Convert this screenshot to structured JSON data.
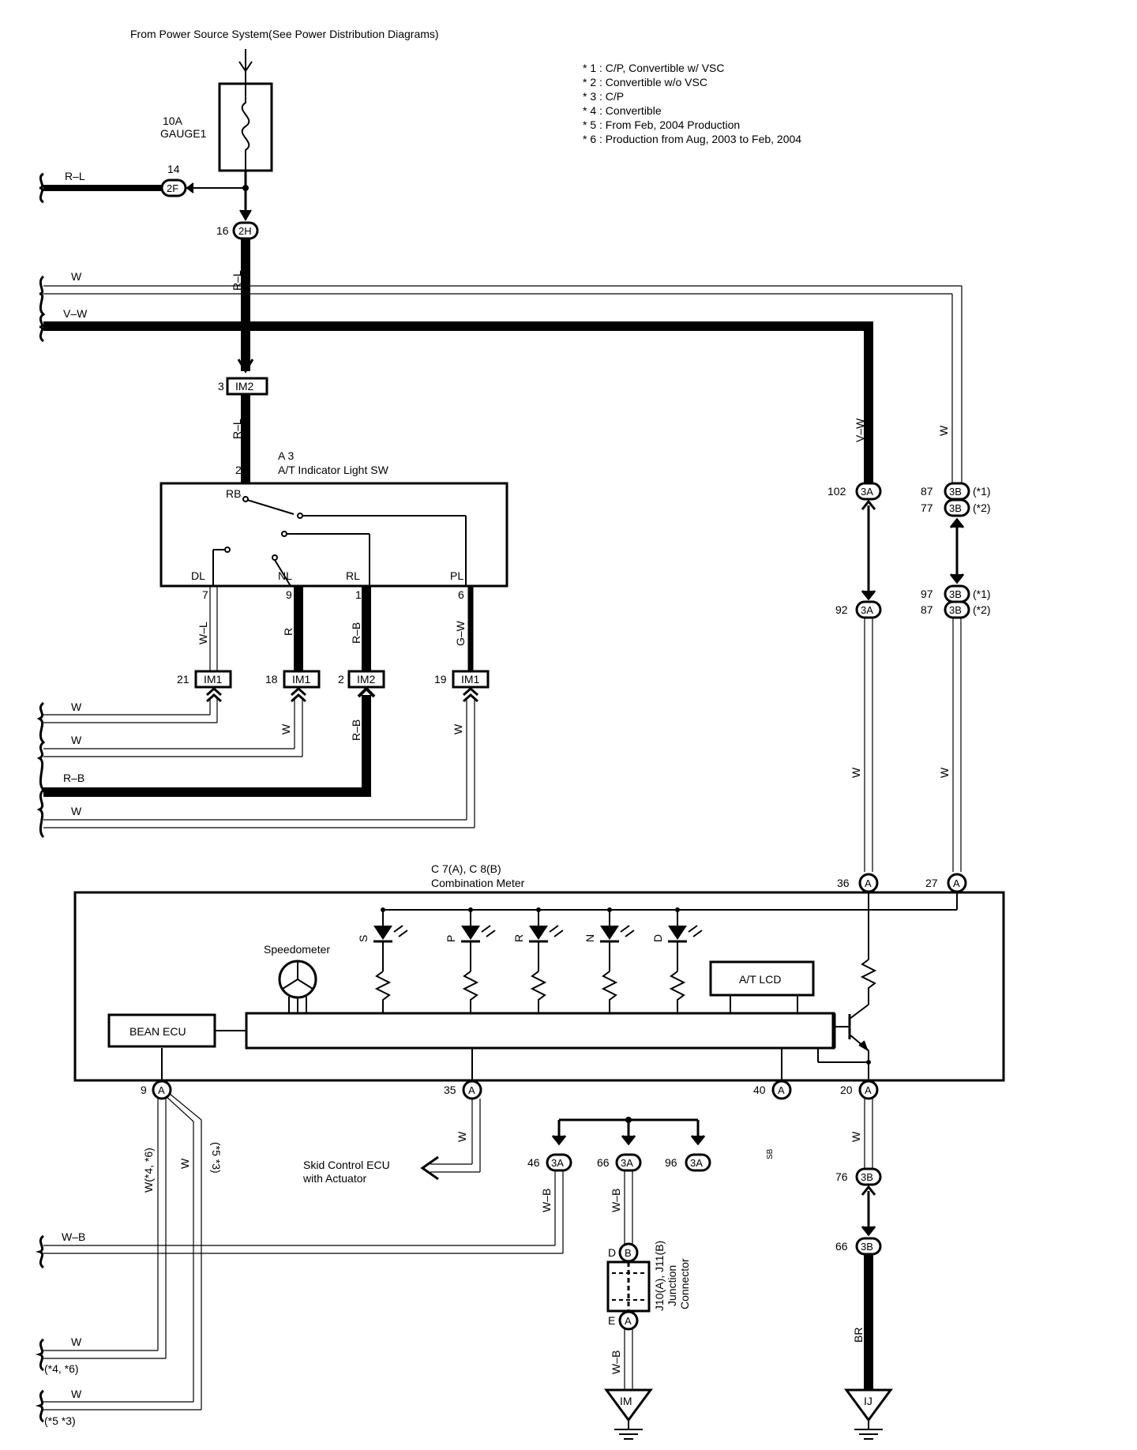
{
  "header": {
    "source_text": "From Power Source System(See Power Distribution Diagrams)"
  },
  "notes": [
    "* 1 : C/P,  Convertible w/ VSC",
    "* 2 : Convertible w/o VSC",
    "* 3 : C/P",
    "* 4 : Convertible",
    "* 5 : From Feb,  2004 Production",
    "* 6 : Production from Aug,  2003 to Feb,  2004"
  ],
  "fuse": {
    "rating": "10A",
    "name": "GAUGE1"
  },
  "connectors": {
    "c2F": "2F",
    "c2H": "2H",
    "im1": "IM1",
    "im2": "IM2",
    "c3A": "3A",
    "c3B": "3B",
    "cA": "A",
    "cB": "B",
    "gIM": "IM",
    "gIJ": "IJ"
  },
  "pins": {
    "p14": "14",
    "p16": "16",
    "p3": "3",
    "p2": "2",
    "p7": "7",
    "p9": "9",
    "p1": "1",
    "p6": "6",
    "p21": "21",
    "p18": "18",
    "p19": "19",
    "p102": "102",
    "p92": "92",
    "p87": "87",
    "p77": "77",
    "p97": "97",
    "p36": "36",
    "p27": "27",
    "p20": "20",
    "p40": "40",
    "p35": "35",
    "p76": "76",
    "p66": "66",
    "p46": "46",
    "p96": "96",
    "pD": "D",
    "pE": "E"
  },
  "note_refs": {
    "n1": "(*1)",
    "n2": "(*2)",
    "n46": "(*4, *6)",
    "n53": "(*5 *3)",
    "n53r": "(*5 *3)"
  },
  "wires": {
    "RL": "R–L",
    "W": "W",
    "VW": "V–W",
    "WL": "W–L",
    "R": "R",
    "RB": "R–B",
    "GW": "G–W",
    "WB": "W–B",
    "BR": "BR",
    "W46": "W(*4, *6)",
    "SB": "SB"
  },
  "a3": {
    "title": "A 3",
    "name": "A/T Indicator Light SW",
    "terminals": {
      "rb": "RB",
      "dl": "DL",
      "nl": "NL",
      "rl": "RL",
      "pl": "PL"
    }
  },
  "meter": {
    "title": "C 7(A), C 8(B)",
    "name": "Combination Meter",
    "speedometer": "Speedometer",
    "bean_ecu": "BEAN ECU",
    "at_lcd": "A/T LCD",
    "leds": [
      "S",
      "P",
      "R",
      "N",
      "D"
    ]
  },
  "skid": {
    "line1": "Skid Control ECU",
    "line2": "with Actuator"
  },
  "junction": {
    "line1": "J10(A), J11(B)",
    "line2": "Junction",
    "line3": "Connector"
  }
}
